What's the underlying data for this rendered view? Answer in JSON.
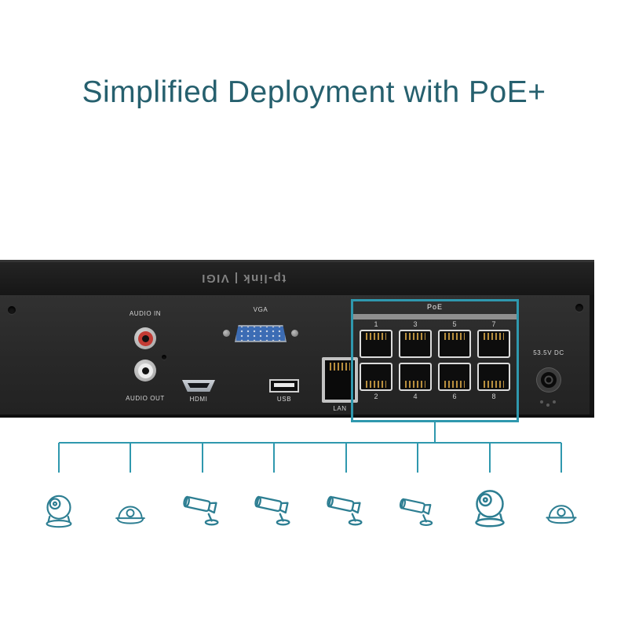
{
  "title": "Simplified Deployment with PoE+",
  "device": {
    "branding": "tp-link | VIGI",
    "labels": {
      "audio_in": "AUDIO IN",
      "audio_out": "AUDIO OUT",
      "vga": "VGA",
      "hdmi": "HDMI",
      "usb": "USB",
      "lan": "LAN",
      "power": "53.5V DC"
    }
  },
  "poe": {
    "label": "PoE",
    "top_numbers": [
      "1",
      "3",
      "5",
      "7"
    ],
    "bottom_numbers": [
      "2",
      "4",
      "6",
      "8"
    ]
  },
  "cameras": [
    "turret",
    "dome",
    "bullet",
    "bullet",
    "bullet",
    "bullet",
    "turret",
    "dome"
  ],
  "colors": {
    "title": "#26606e",
    "accent_teal": "#2f98ae",
    "camera_stroke": "#2d7e92",
    "device_body": "#282828",
    "vga_blue": "#3c6cb4",
    "rca_red": "#c23b34"
  }
}
